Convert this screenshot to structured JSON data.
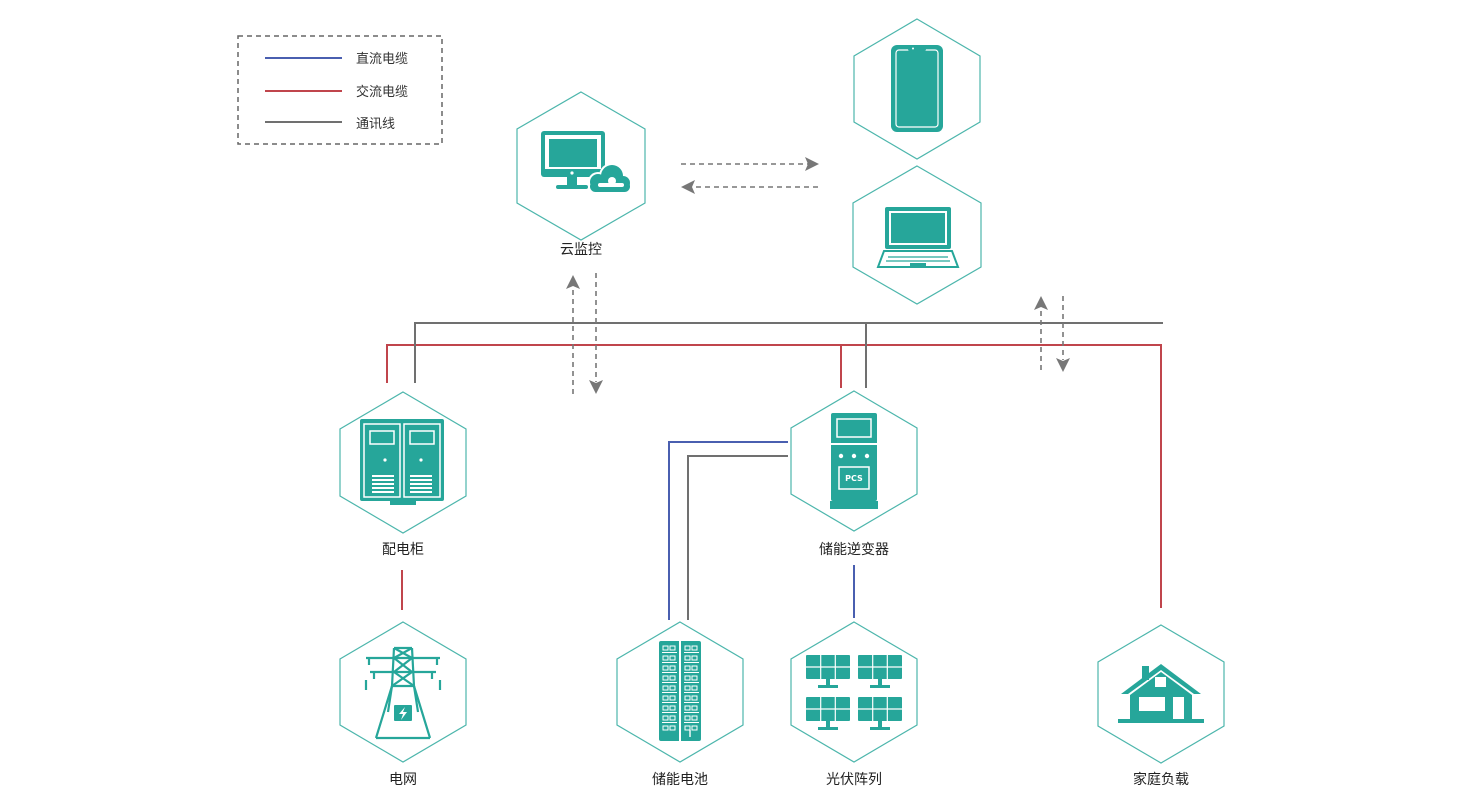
{
  "legend": {
    "items": [
      {
        "label": "直流电缆",
        "color": "#4a5fb0"
      },
      {
        "label": "交流电缆",
        "color": "#c0454c"
      },
      {
        "label": "通讯线",
        "color": "#707070"
      }
    ]
  },
  "nodes": {
    "cloud": {
      "label": "云监控",
      "icon": "monitor-cloud-icon"
    },
    "phone": {
      "label": "",
      "icon": "smartphone-icon"
    },
    "laptop": {
      "label": "",
      "icon": "laptop-icon"
    },
    "cabinet": {
      "label": "配电柜",
      "icon": "distribution-cabinet-icon"
    },
    "inverter": {
      "label": "储能逆变器",
      "icon": "inverter-icon",
      "badge": "PCS"
    },
    "grid": {
      "label": "电网",
      "icon": "power-tower-icon"
    },
    "battery": {
      "label": "储能电池",
      "icon": "battery-rack-icon"
    },
    "solar": {
      "label": "光伏阵列",
      "icon": "solar-panel-icon"
    },
    "home": {
      "label": "家庭负载",
      "icon": "house-icon"
    }
  },
  "colors": {
    "teal": "#26a69a",
    "hex_stroke": "#4db6ac",
    "dc": "#4a5fb0",
    "ac": "#c0454c",
    "comm": "#707070",
    "arrow": "#777777"
  }
}
